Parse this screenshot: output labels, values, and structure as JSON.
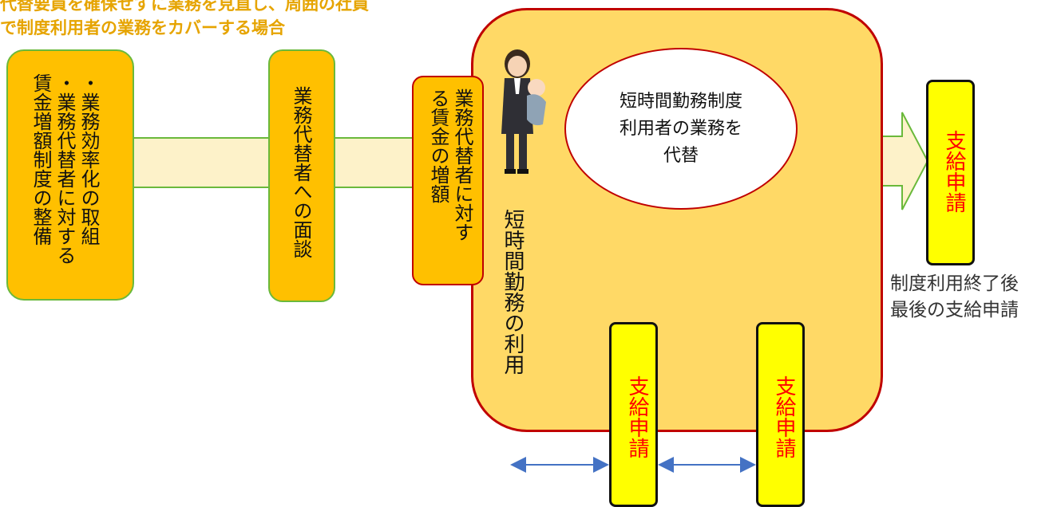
{
  "title_lines": [
    "代替要員を確保せずに業務を見直し、周囲の社員",
    "で制度利用者の業務をカバーする場合"
  ],
  "box1_lines": [
    "・業務効率化の取組",
    "・業務代替者に対する",
    "賃金増額制度の整備"
  ],
  "box2_text": "業務代替者への面談",
  "box3_lines": [
    "業務代替者に対す",
    "る賃金の増額"
  ],
  "main_label": "短時間勤務の利用",
  "ellipse_lines": [
    "短時間勤務制度",
    "利用者の業務を",
    "代替"
  ],
  "apply_label": "支給申請",
  "final_note_lines": [
    "制度利用終了後",
    "最後の支給申請"
  ],
  "colors": {
    "title": "#e6a400",
    "box_fill": "#ffc000",
    "green_border": "#6ab93b",
    "red_border": "#c00000",
    "panel": "#ffd966",
    "apply_fill": "#ffff00",
    "apply_text": "#ff0000",
    "arrow": "#4472c4"
  }
}
